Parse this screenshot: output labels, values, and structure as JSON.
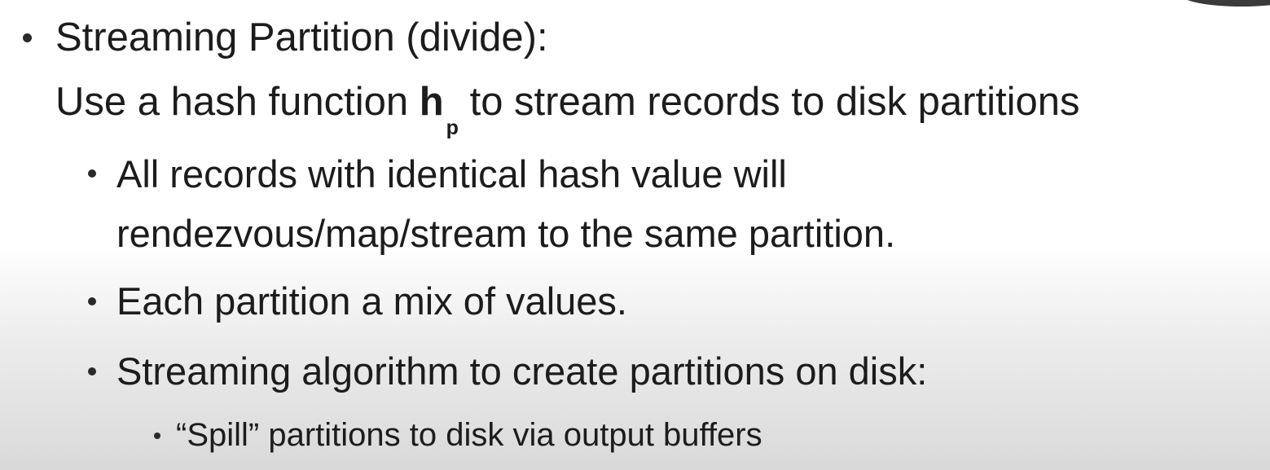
{
  "slide": {
    "bullet1": {
      "line1": "Streaming Partition (divide):",
      "line2_before": "Use a hash function",
      "hash_symbol": "h",
      "hash_subscript": "p",
      "line2_after": "to stream records to disk partitions"
    },
    "sub_bullets": [
      {
        "line1": "All records with identical hash value will",
        "line2": "rendezvous/map/stream to the same partition."
      },
      {
        "line1": "Each partition a mix of values."
      },
      {
        "line1": "Streaming algorithm to create partitions on disk:"
      }
    ],
    "sub_sub_bullets": [
      {
        "line1": "“Spill” partitions to disk via output buffers"
      }
    ]
  }
}
